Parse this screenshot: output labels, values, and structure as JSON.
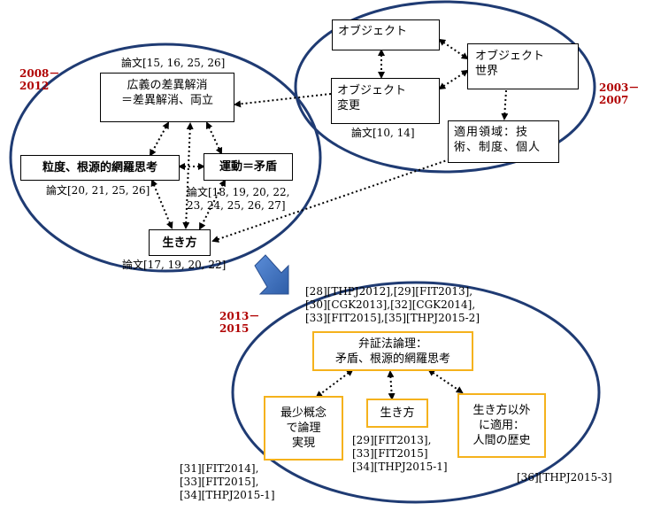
{
  "periods": {
    "p2003": "2003－\n2007",
    "p2008": "2008－\n2012",
    "p2013": "2013－\n2015"
  },
  "top_right": {
    "object": "オブジェクト",
    "object_world": "オブジェクト\n世界",
    "object_change": "オブジェクト\n変更",
    "application": "適用領域：技\n術、制度、個人",
    "ref_change": "論文[10, 14]"
  },
  "left": {
    "difference": "広義の差異解消\n＝差異解消、両立",
    "granularity": "粒度、根源的網羅思考",
    "motion": "運動＝矛盾",
    "way_of_life": "生き方",
    "ref_top": "論文[15, 16, 25, 26]",
    "ref_granularity": "論文[20, 21, 25, 26]",
    "ref_motion": "論文[18, 19, 20, 22,\n23, 24, 25, 26, 27]",
    "ref_life": "論文[17, 19, 20, 22]"
  },
  "bottom": {
    "ref_top": "[28][THPJ2012],[29][FIT2013],\n[30][CGK2013],[32][CGK2014],\n[33][FIT2015],[35][THPJ2015-2]",
    "dialectic": "弁証法論理：\n矛盾、根源的網羅思考",
    "min_concept": "最少概念\nで論理\n実現",
    "way_of_life": "生き方",
    "beyond_life": "生き方以外\nに適用：\n人間の歴史",
    "ref_min": "[31][FIT2014],\n[33][FIT2015],\n[34][THPJ2015-1]",
    "ref_life": "[29][FIT2013],\n[33][FIT2015]\n[34][THPJ2015-1]",
    "ref_beyond": "[36][THPJ2015-3]"
  },
  "colors": {
    "ellipse_stroke": "#1f3b73",
    "orange_box": "#f5b21c",
    "period_label": "#b00000",
    "arrow_fill": "#3b6cc0"
  }
}
